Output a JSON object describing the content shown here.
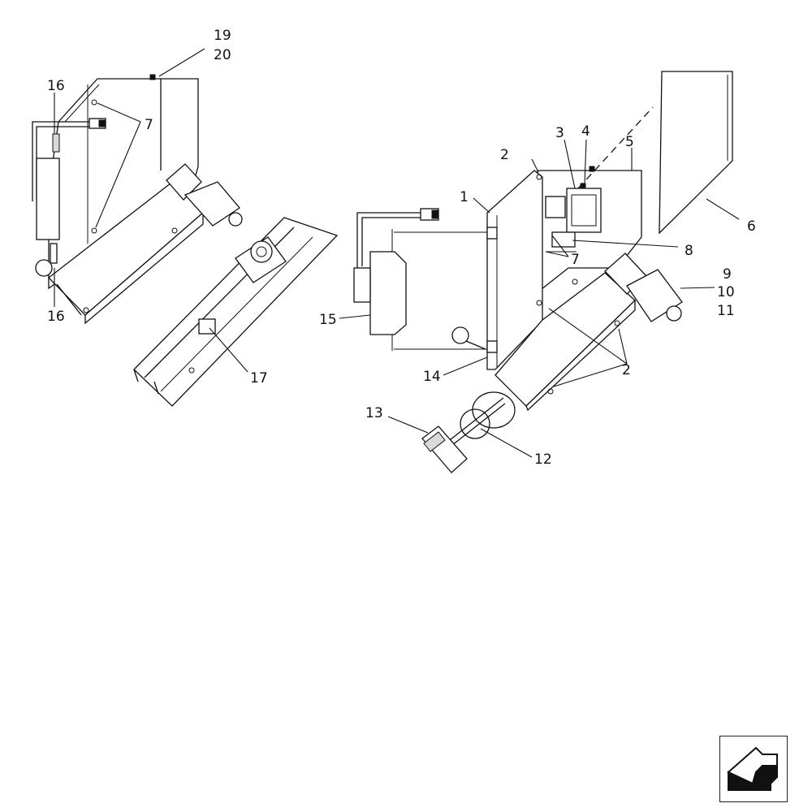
{
  "diagram": {
    "callouts": [
      {
        "id": "c19",
        "text": "19"
      },
      {
        "id": "c20",
        "text": "20"
      },
      {
        "id": "c16a",
        "text": "16"
      },
      {
        "id": "c7a",
        "text": "7"
      },
      {
        "id": "c16b",
        "text": "16"
      },
      {
        "id": "c17",
        "text": "17"
      },
      {
        "id": "c2a",
        "text": "2"
      },
      {
        "id": "c3",
        "text": "3"
      },
      {
        "id": "c4",
        "text": "4"
      },
      {
        "id": "c5",
        "text": "5"
      },
      {
        "id": "c1",
        "text": "1"
      },
      {
        "id": "c6",
        "text": "6"
      },
      {
        "id": "c8",
        "text": "8"
      },
      {
        "id": "c7b",
        "text": "7"
      },
      {
        "id": "c9",
        "text": "9"
      },
      {
        "id": "c10",
        "text": "10"
      },
      {
        "id": "c11",
        "text": "11"
      },
      {
        "id": "c15",
        "text": "15"
      },
      {
        "id": "c2b",
        "text": "2"
      },
      {
        "id": "c14",
        "text": "14"
      },
      {
        "id": "c13",
        "text": "13"
      },
      {
        "id": "c12",
        "text": "12"
      }
    ]
  },
  "nav": {
    "icon": "arrow-down-left-icon"
  }
}
